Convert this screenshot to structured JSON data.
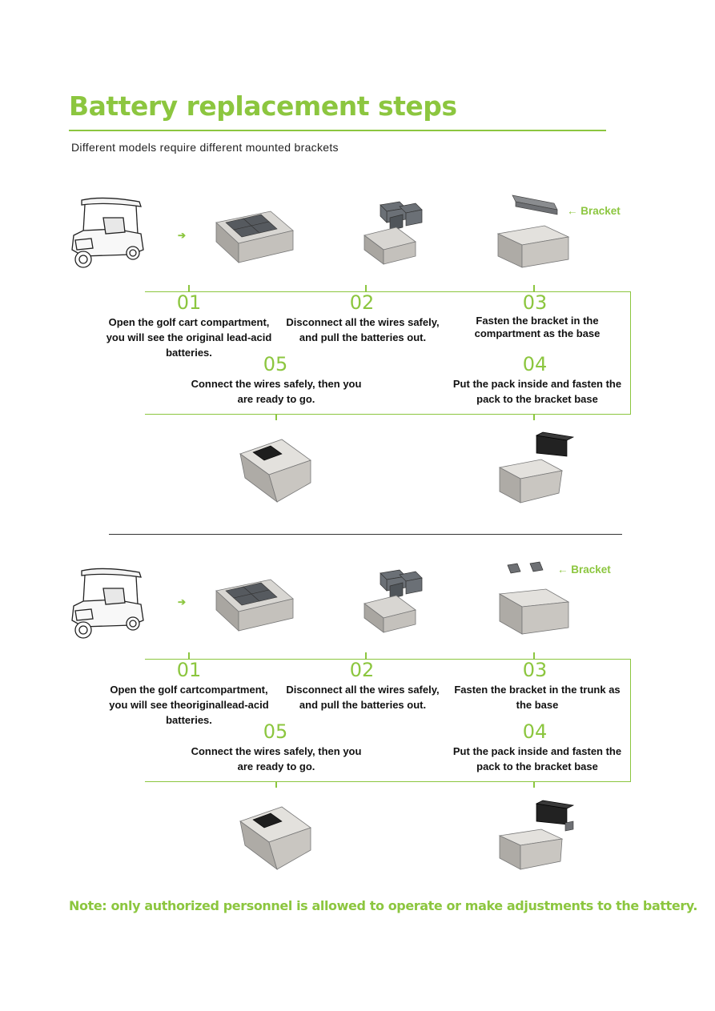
{
  "page": {
    "title": "Battery replacement steps",
    "subtitle": "Different models require different mounted brackets",
    "note": "Note: only authorized personnel is allowed to operate or make adjustments to the battery."
  },
  "colors": {
    "accent": "#8cc63f",
    "box_gray": "#bdb9b3",
    "battery_dark": "#1e1e1e"
  },
  "sections": [
    {
      "bracket_label": "Bracket",
      "steps": [
        {
          "num": "01",
          "lines": [
            "Open the golf cart compartment,",
            "you will see the original lead-acid",
            "batteries."
          ]
        },
        {
          "num": "02",
          "lines": [
            "Disconnect all the wires safely,",
            "and pull the batteries out."
          ]
        },
        {
          "num": "03",
          "lines": [
            "Fasten the bracket in the",
            "compartment as the base"
          ]
        },
        {
          "num": "04",
          "lines": [
            "Put the pack inside and fasten the",
            "pack to the bracket base"
          ]
        },
        {
          "num": "05",
          "lines": [
            "Connect the wires safely, then you",
            "are ready to go."
          ]
        }
      ]
    },
    {
      "bracket_label": "Bracket",
      "steps": [
        {
          "num": "01",
          "lines": [
            "Open the golf cartcompartment,",
            "you will see theoriginallead-acid",
            "batteries."
          ]
        },
        {
          "num": "02",
          "lines": [
            "Disconnect all the wires safely,",
            "and pull the batteries out."
          ]
        },
        {
          "num": "03",
          "lines": [
            "Fasten the bracket in the trunk as",
            "the base"
          ]
        },
        {
          "num": "04",
          "lines": [
            "Put the pack inside and fasten the",
            "pack to the bracket base"
          ]
        },
        {
          "num": "05",
          "lines": [
            "Connect the wires safely, then you",
            "are ready to go."
          ]
        }
      ]
    }
  ]
}
